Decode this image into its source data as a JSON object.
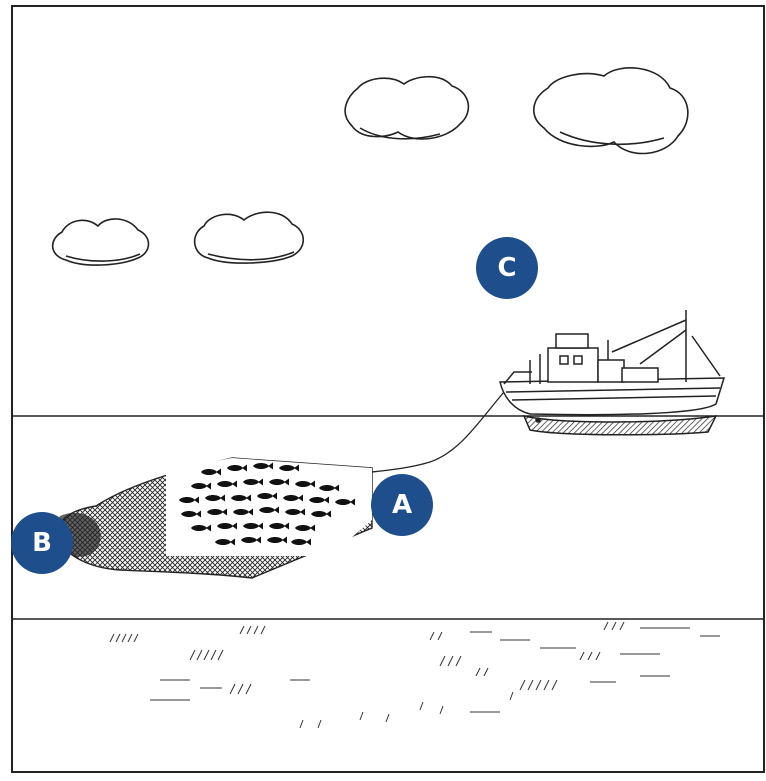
{
  "labels": {
    "a": "A",
    "b": "B",
    "c": "C"
  },
  "colors": {
    "marker_fill": "#1f4e8c",
    "marker_text": "#ffffff",
    "line": "#222222",
    "background": "#ffffff"
  },
  "icons": {
    "boat": "trawler-boat-icon",
    "net": "trawl-net-icon",
    "fish": "fish-school-icon",
    "cloud": "cloud-icon"
  }
}
